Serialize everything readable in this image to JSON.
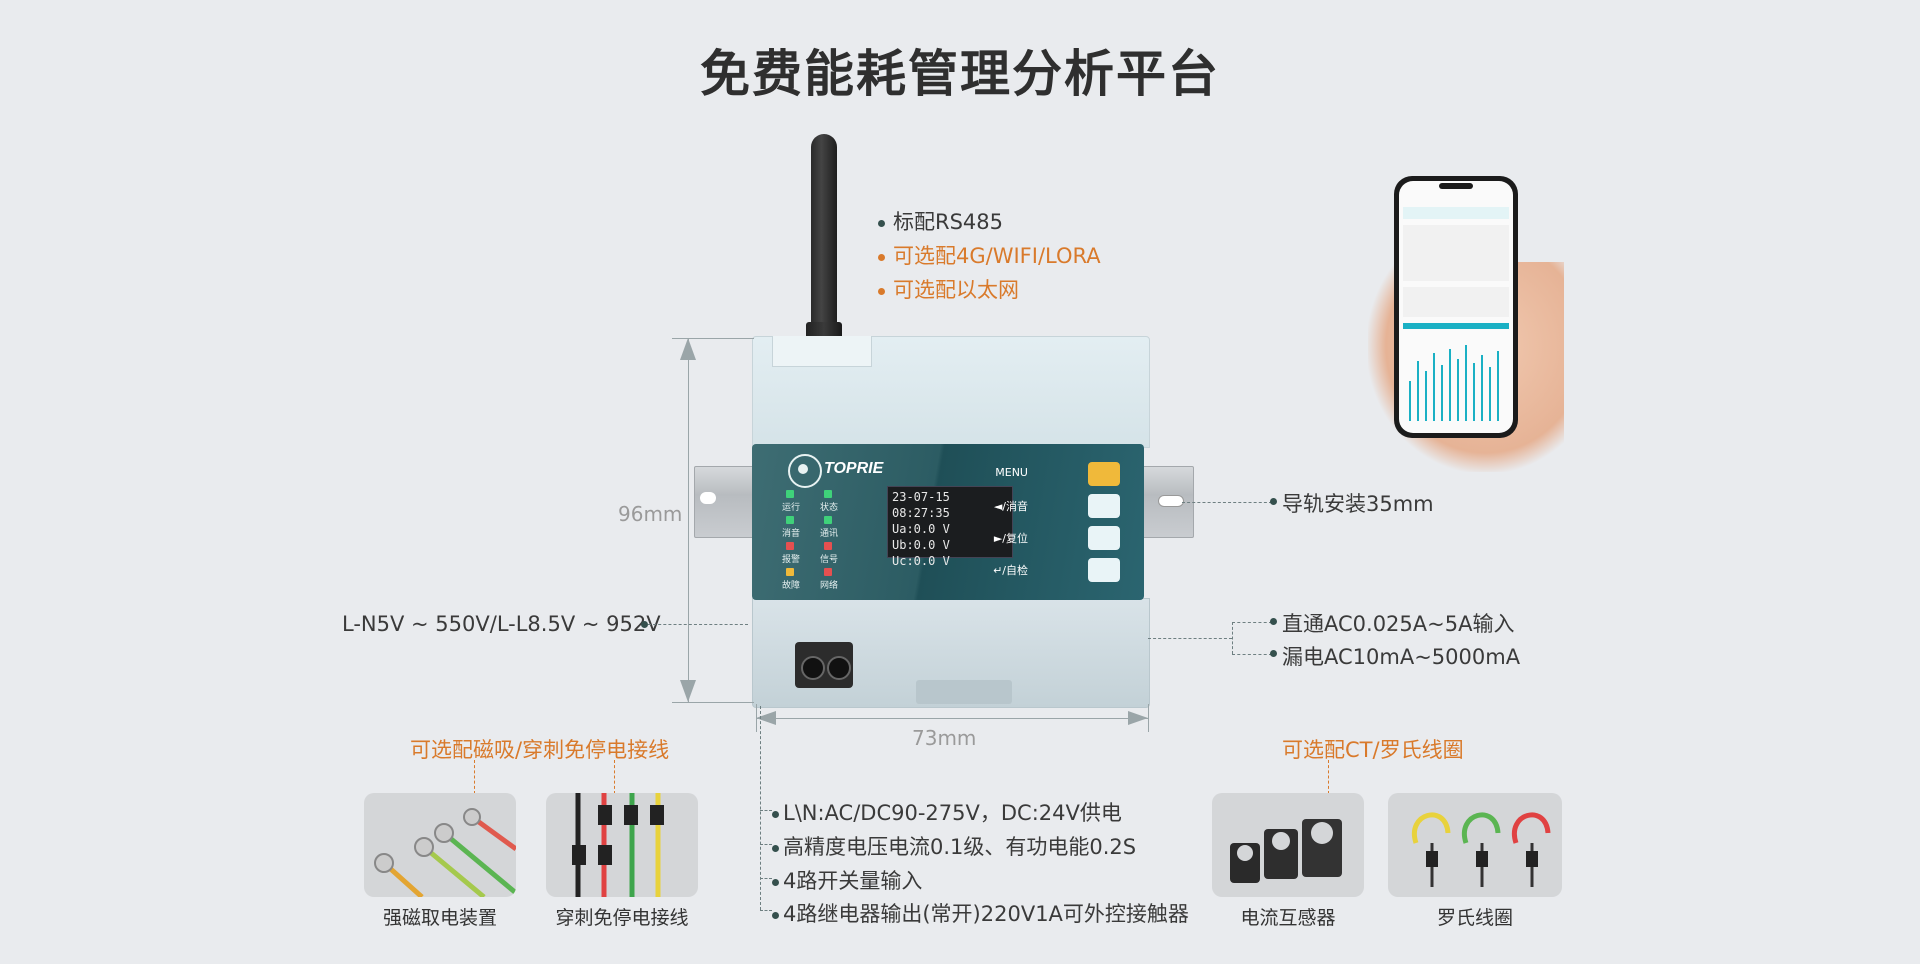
{
  "title": "免费能耗管理分析平台",
  "comm": {
    "std": "标配RS485",
    "opt1": "可选配4G/WIFI/LORA",
    "opt2": "可选配以太网"
  },
  "dims": {
    "height": "96mm",
    "width": "73mm"
  },
  "rail": "导轨安装35mm",
  "voltage": "L-N5V ~ 550V/L-L8.5V ~ 952V",
  "inputs": {
    "direct": "直通AC0.025A~5A输入",
    "leak": "漏电AC10mA~5000mA"
  },
  "wiring": {
    "heading": "可选配磁吸/穿刺免停电接线",
    "items": [
      "强磁取电装置",
      "穿刺免停电接线"
    ]
  },
  "ct": {
    "heading": "可选配CT/罗氏线圈",
    "items": [
      "电流互感器",
      "罗氏线圈"
    ]
  },
  "specs": [
    "L\\N:AC/DC90-275V，DC:24V供电",
    "高精度电压电流0.1级、有功电能0.2S",
    "4路开关量输入",
    "4路继电器输出(常开)220V1A可外控接触器"
  ],
  "device": {
    "brand": "TOPRIE",
    "leds": [
      "运行",
      "状态",
      "消音",
      "通讯",
      "报警",
      "信号",
      "故障",
      "网络"
    ],
    "lcd": [
      "23-07-15  08:27:35",
      "Ua:0.0  V",
      "Ub:0.0  V",
      "Uc:0.0  V"
    ],
    "buttons": [
      "MENU",
      "◄/消音",
      "►/复位",
      "↵/自检"
    ]
  },
  "colors": {
    "accent": "#d97a2b",
    "panel": "#2c5c63",
    "button_menu": "#f0b93a",
    "chart": "#1ab0c4"
  }
}
